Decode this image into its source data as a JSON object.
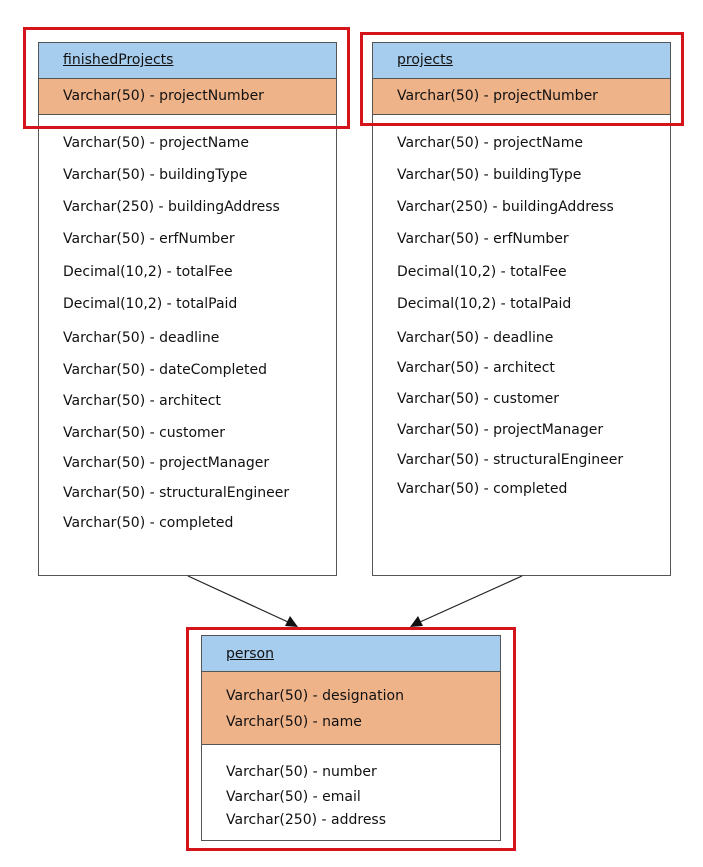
{
  "tables": {
    "finishedProjects": {
      "title": "finishedProjects",
      "keys": [
        "Varchar(50) - projectNumber"
      ],
      "fields": [
        "Varchar(50) - projectName",
        "Varchar(50) - buildingType",
        "Varchar(250) - buildingAddress",
        "Varchar(50) - erfNumber",
        "Decimal(10,2) - totalFee",
        "Decimal(10,2) - totalPaid",
        "Varchar(50) - deadline",
        "Varchar(50) - dateCompleted",
        "Varchar(50) - architect",
        "Varchar(50) - customer",
        "Varchar(50) - projectManager",
        "Varchar(50) - structuralEngineer",
        "Varchar(50) - completed"
      ]
    },
    "projects": {
      "title": "projects",
      "keys": [
        "Varchar(50) - projectNumber"
      ],
      "fields": [
        "Varchar(50) - projectName",
        "Varchar(50) - buildingType",
        "Varchar(250) - buildingAddress",
        "Varchar(50) - erfNumber",
        "Decimal(10,2) - totalFee",
        "Decimal(10,2) - totalPaid",
        "Varchar(50) - deadline",
        "Varchar(50) - architect",
        "Varchar(50) - customer",
        "Varchar(50) - projectManager",
        "Varchar(50) - structuralEngineer",
        "Varchar(50) - completed"
      ]
    },
    "person": {
      "title": "person",
      "keys": [
        "Varchar(50) - designation",
        "Varchar(50) - name"
      ],
      "fields": [
        "Varchar(50) - number",
        "Varchar(50) - email",
        "Varchar(250) - address"
      ]
    }
  },
  "colors": {
    "header": "#a7cdee",
    "key": "#efb38a",
    "highlight": "#d4141a"
  }
}
